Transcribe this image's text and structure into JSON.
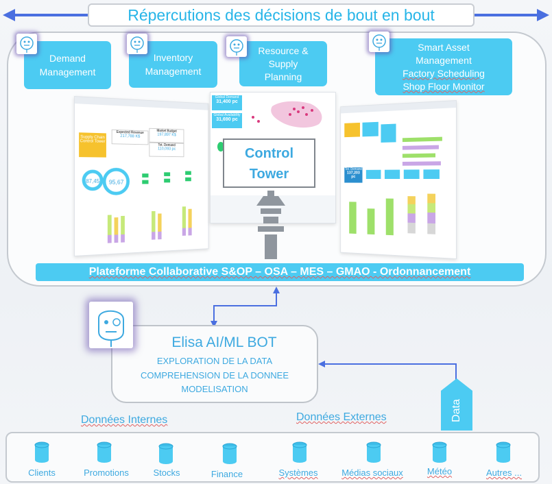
{
  "banner": {
    "title": "Répercutions des décisions de bout en bout"
  },
  "modules": [
    {
      "lines": [
        "Demand",
        "Management"
      ]
    },
    {
      "lines": [
        "Inventory",
        "Management"
      ]
    },
    {
      "lines": [
        "Resource &",
        "Supply",
        "Planning"
      ]
    },
    {
      "lines": [
        "Smart Asset",
        "Management",
        "Factory Scheduling",
        "Shop Floor Monitor"
      ]
    }
  ],
  "control_tower": {
    "line1": "Control",
    "line2": "Tower"
  },
  "dashboard_left": {
    "heading": "Supply Chain Control Tower",
    "kpi1_label": "Expected Revenue",
    "kpi1_value": "217,788 K$",
    "kpi2_label": "Market Budget",
    "kpi2_value": "197,897 K$",
    "kpi3_label": "Tot. Demand",
    "kpi3_value": "110,093 pc",
    "gauge1": "87,45",
    "gauge2": "95,67"
  },
  "dashboard_center": {
    "kpi1_label": "Global Demand",
    "kpi1_value": "31,400 pc",
    "kpi2_label": "Global Availability",
    "kpi2_value": "31,690 pc"
  },
  "dashboard_right": {
    "kpi1_label": "Tot. Demand",
    "kpi1_value": "137,203 pc"
  },
  "platform": {
    "label": "Plateforme Collaborative S&OP – OSA – MES – GMAO - Ordonnancement"
  },
  "elisa": {
    "title": "Elisa AI/ML BOT",
    "lines": [
      "EXPLORATION DE LA DATA",
      "COMPREHENSION DE LA DONNEE",
      "MODELISATION"
    ]
  },
  "data_arrow": {
    "label": "Data"
  },
  "sections": {
    "internal": "Données Internes",
    "external": "Données Externes"
  },
  "sources": [
    "Clients",
    "Promotions",
    "Stocks",
    "Finance",
    "Systèmes",
    "Médias sociaux",
    "Météo",
    "Autres ..."
  ],
  "colors": {
    "accent": "#4ccbf2",
    "text_blue": "#3da9e0",
    "arrow_blue": "#4a6fe0",
    "icon_glow": "#5f46aa"
  }
}
